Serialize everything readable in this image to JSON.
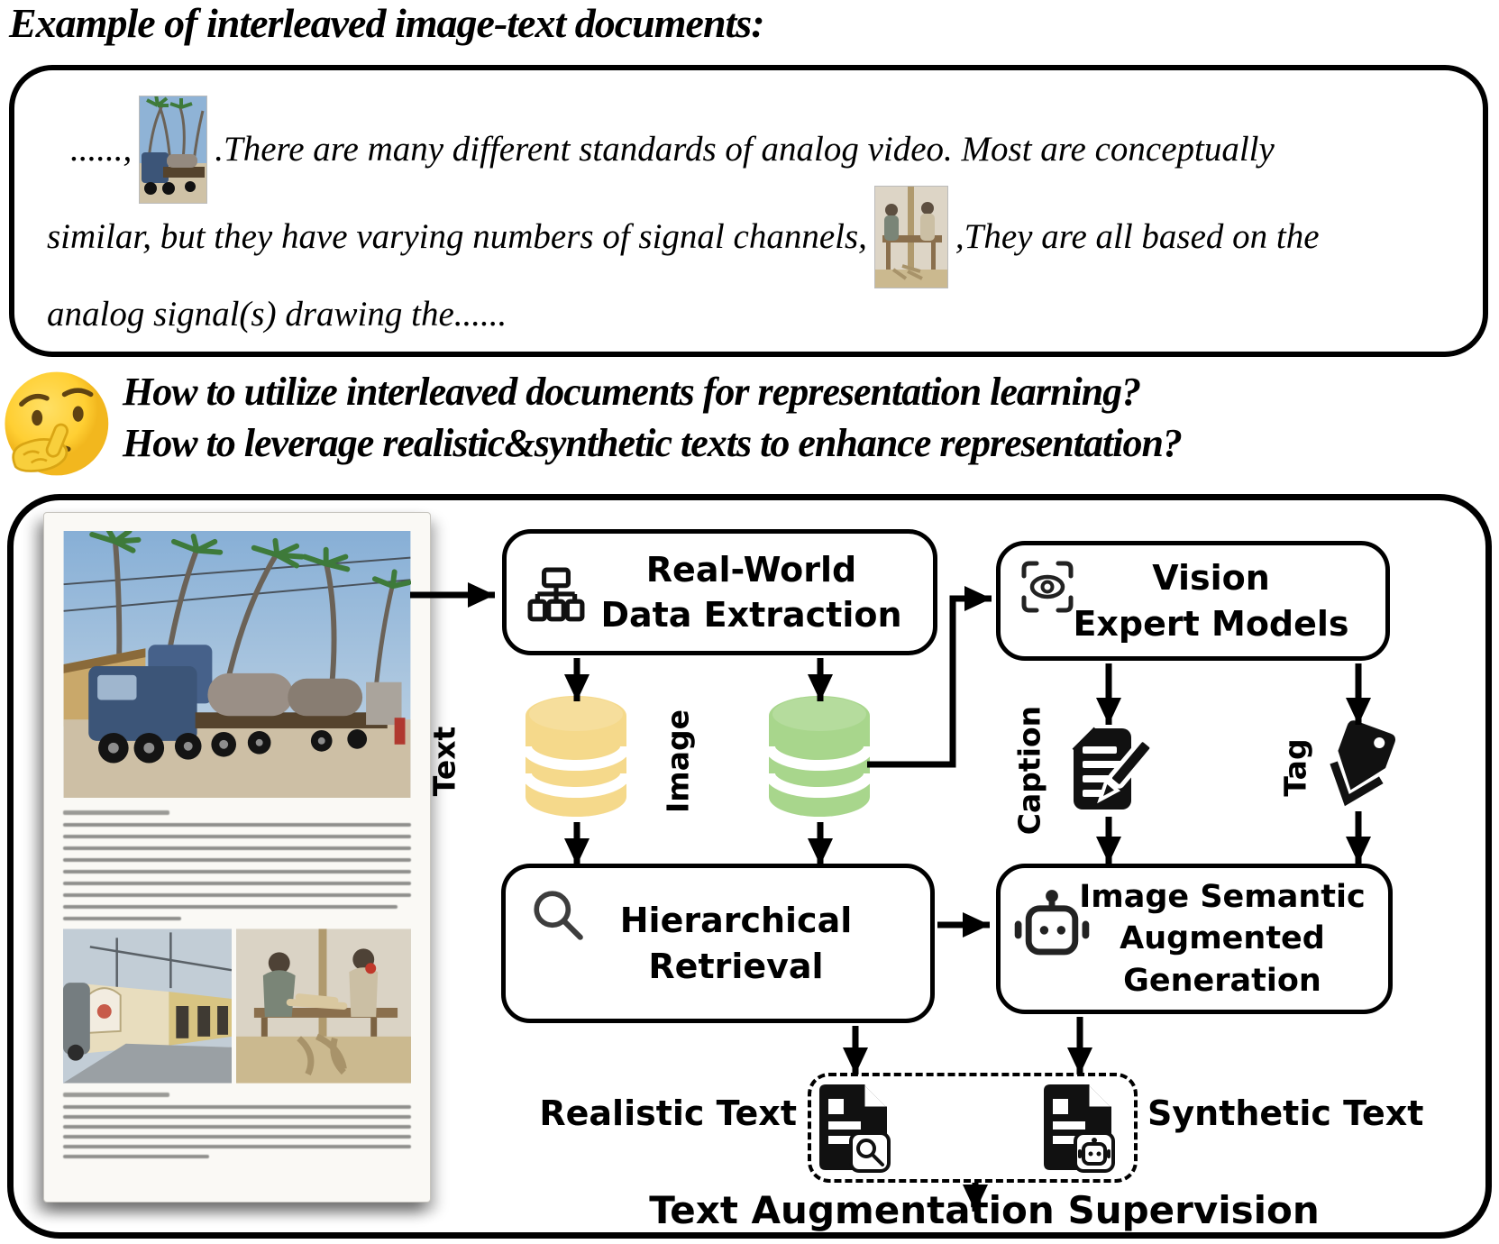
{
  "header": {
    "title": "Example of interleaved image-text documents:"
  },
  "doc_example": {
    "seg1": "......,",
    "seg2": ".There are  many different standards of analog video. Most are conceptually",
    "seg3": "similar, but they have varying numbers of signal channels,",
    "seg4": ",They are all based on the",
    "seg5": "analog signal(s) drawing the......"
  },
  "questions": {
    "line1": "How to utilize interleaved documents for representation learning?",
    "line2": "How to leverage realistic&synthetic texts to enhance representation?"
  },
  "flow": {
    "real_world": {
      "line1": "Real-World",
      "line2": "Data Extraction"
    },
    "vision": {
      "line1": "Vision",
      "line2": "Expert Models"
    },
    "hierarchical": {
      "line1": "Hierarchical",
      "line2": "Retrieval"
    },
    "semantic": {
      "line1": "Image Semantic",
      "line2": "Augmented Generation"
    },
    "text_label": "Text",
    "image_label": "Image",
    "caption_label": "Caption",
    "tag_label": "Tag",
    "realistic_label": "Realistic Text",
    "synthetic_label": "Synthetic Text",
    "supervision_label": "Text Augmentation Supervision",
    "colors": {
      "text_db": "#F5D98B",
      "image_db": "#A8D68C",
      "line": "#000000"
    }
  }
}
